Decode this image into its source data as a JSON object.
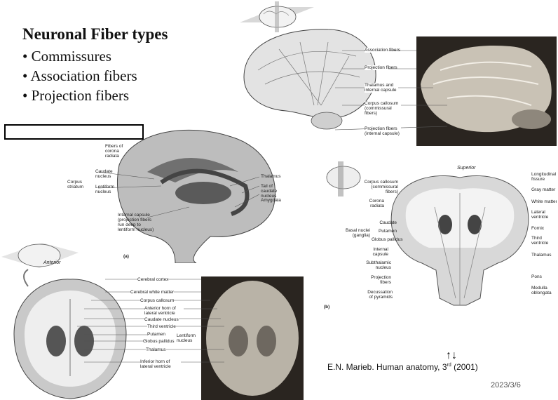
{
  "slide": {
    "title": "Neuronal Fiber types",
    "bullets": [
      "Commissures",
      "Association fibers",
      "Projection fibers"
    ],
    "arrows": "↑↓",
    "citation_prefix": "E.N. Marieb. Human anatomy, 3",
    "citation_sup": "rd",
    "citation_suffix": " (2001)",
    "date": "2023/3/6"
  },
  "fig_top_right": {
    "labels": [
      "Association fibers",
      "Projection fibers",
      "Thalamus and internal capsule",
      "Corpus callosum (commissural fibers)",
      "Projection fibers (internal capsule)"
    ]
  },
  "fig_middle_left": {
    "labels": [
      "Fibers of corona radiata",
      "Caudate nucleus",
      "Corpus striatum",
      "Lentiform nucleus",
      "Internal capsule (projection fibers run deep to lentiform nucleus)",
      "Thalamus",
      "Tail of caudate nucleus",
      "Amygdala"
    ],
    "panel": "(a)"
  },
  "fig_right": {
    "superior": "Superior",
    "labels_left": [
      "Corpus callosum (commissural fibers)",
      "Corona radiata",
      "Caudate",
      "Putamen",
      "Globus pallidus",
      "Basal nuclei (ganglia)",
      "Internal capsule",
      "Subthalamic nucleus",
      "Projection fibers",
      "Decussation of pyramids"
    ],
    "labels_right": [
      "Longitudinal fissure",
      "Gray matter",
      "White matter",
      "Lateral ventricle",
      "Fornix",
      "Third ventricle",
      "Thalamus",
      "Pons",
      "Medulla oblongata"
    ],
    "panel": "(b)"
  },
  "fig_bottom_left": {
    "anterior": "Anterior",
    "labels": [
      "Cerebral cortex",
      "Cerebral white matter",
      "Corpus callosum",
      "Anterior horn of lateral ventricle",
      "Caudate nucleus",
      "Third ventricle",
      "Putamen",
      "Globus pallidus",
      "Lentiform nucleus",
      "Thalamus",
      "Inferior horn of lateral ventricle"
    ]
  }
}
